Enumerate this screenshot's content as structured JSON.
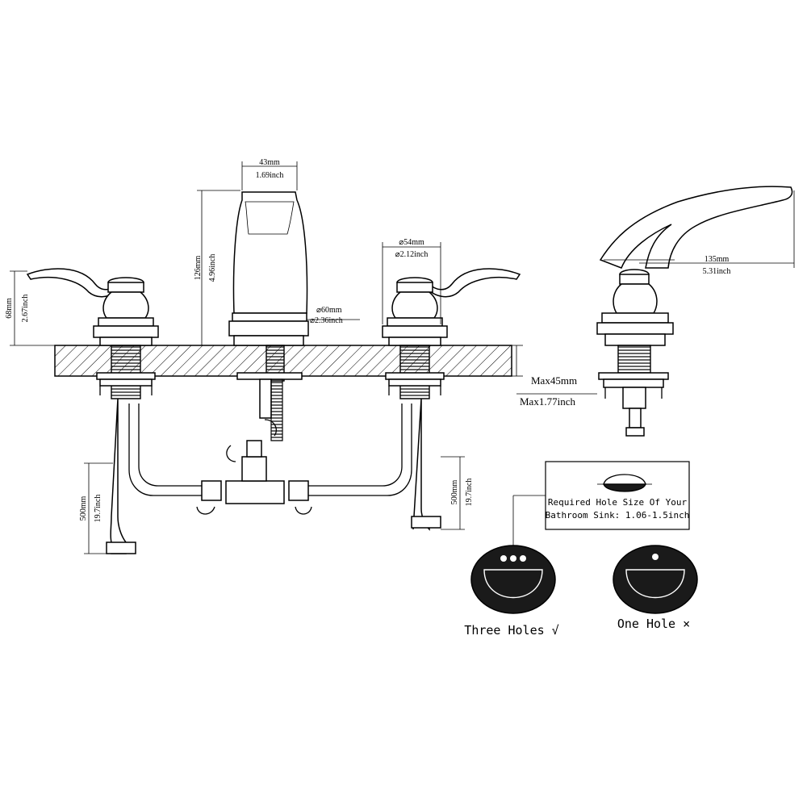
{
  "dimensions": {
    "spout_width_mm": "43mm",
    "spout_width_in": "1.69inch",
    "spout_height_mm": "126mm",
    "spout_height_in": "4.96inch",
    "spout_base_mm": "⌀60mm",
    "spout_base_in": "⌀2.36inch",
    "handle_base_mm": "⌀54mm",
    "handle_base_in": "⌀2.12inch",
    "handle_height_mm": "68mm",
    "handle_height_in": "2.67inch",
    "deck_max_mm": "Max45mm",
    "deck_max_in": "Max1.77inch",
    "hose_left_mm": "500mm",
    "hose_left_in": "19.7inch",
    "hose_right_mm": "500mm",
    "hose_right_in": "19.7inch",
    "spout_reach_mm": "135mm",
    "spout_reach_in": "5.31inch"
  },
  "hole_note": {
    "line1": "Required Hole Size Of Your",
    "line2": "Bathroom Sink: 1.06-1.5inch"
  },
  "sinks": {
    "three_holes": "Three Holes √",
    "one_hole": "One Hole ×"
  }
}
